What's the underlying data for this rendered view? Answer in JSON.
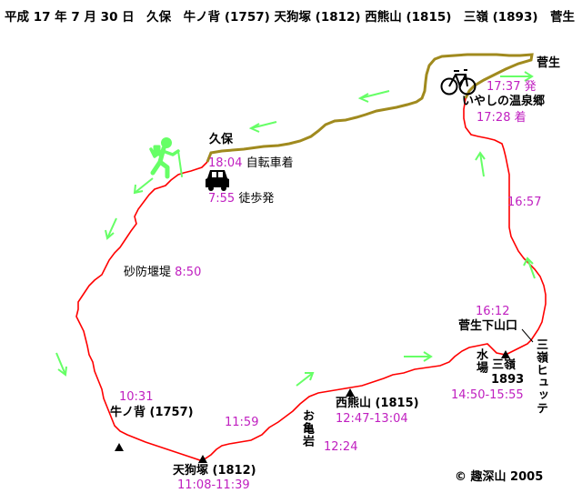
{
  "title": "平成 17 年 7 月 30 日　久保　牛ノ背 (1757) 天狗塚 (1812) 西熊山 (1815)　三嶺 (1893)　菅生",
  "colors": {
    "trail": "#ff0000",
    "road": "#a08a1e",
    "time": "#c020c0",
    "arrow": "#66ff66",
    "summit": "#000000"
  },
  "places": {
    "kubo": "久保",
    "sugao": "菅生",
    "onsen": "いやしの温泉郷",
    "sabo": "砂防堰堤",
    "ushinose": "牛ノ背 (1757)",
    "tengu": "天狗塚 (1812)",
    "okameiwa": "お亀岩",
    "nishikuma": "西熊山 (1815)",
    "mizuba": "水場",
    "sanrei": "三嶺",
    "sanrei_elev": "1893",
    "hutte": "三嶺ヒュッテ",
    "trailhead": "菅生下山口"
  },
  "events": {
    "bike_arrive": "自転車着",
    "walk_start": "徒歩発",
    "onsen_arrive": "着",
    "onsen_depart": "発"
  },
  "times": {
    "kubo_bike": "18:04",
    "kubo_start": "7:55",
    "sabo": "8:50",
    "ushinose": "10:31",
    "mid1": "11:59",
    "tengu": "11:08-11:39",
    "okameiwa": "12:24",
    "nishikuma": "12:47-13:04",
    "sanrei": "14:50-15:55",
    "trailhead": "16:12",
    "mid2": "16:57",
    "onsen_arrive": "17:28",
    "onsen_depart": "17:37"
  },
  "icons": [
    "hiker-icon",
    "bicycle-icon",
    "car-icon",
    "summit-marker-icon",
    "direction-arrow-icon"
  ],
  "copyright": "© 趣深山 2005"
}
